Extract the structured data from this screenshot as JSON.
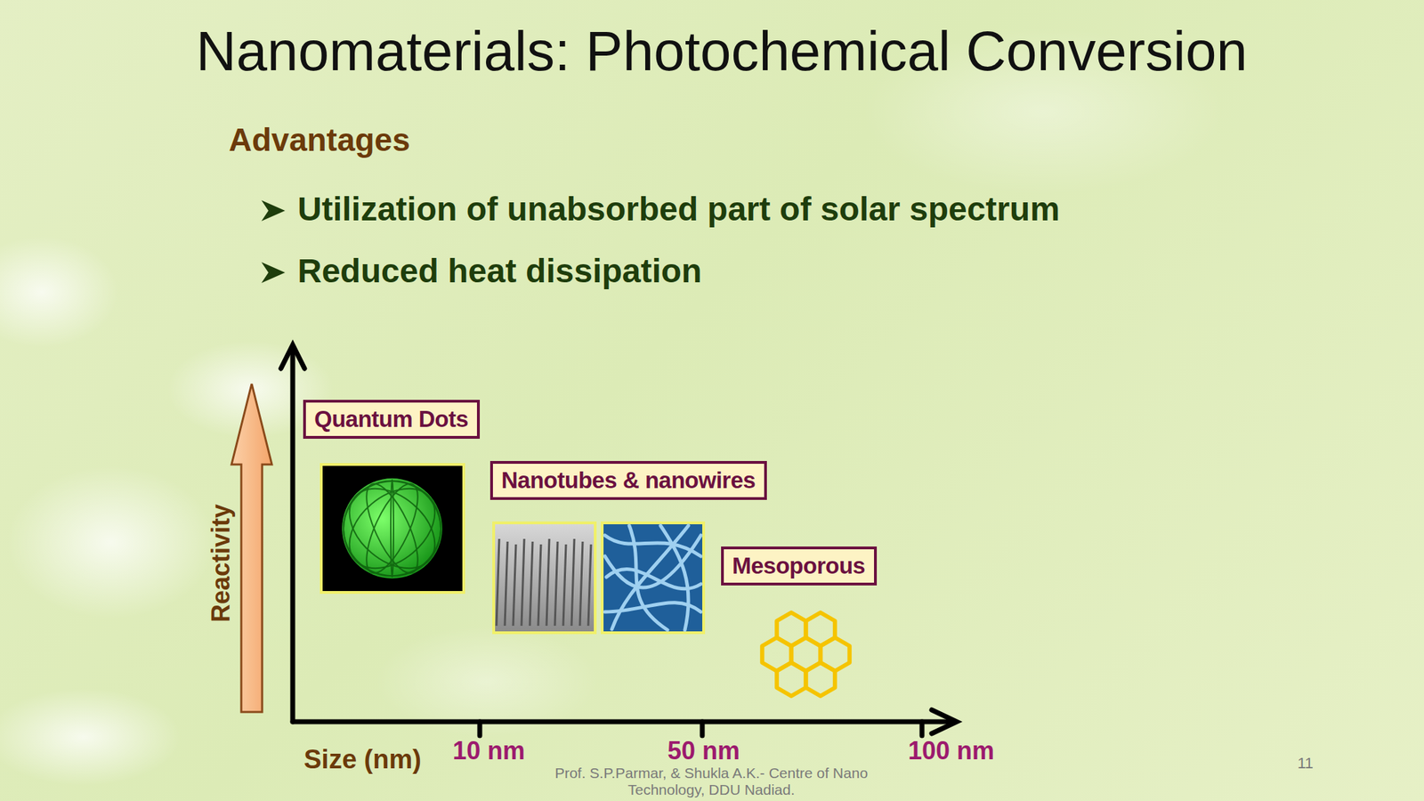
{
  "diagram": {
    "title": "Nanomaterials: Photochemical Conversion",
    "nodes": [
      {
        "text": [
          "Quantum Dots"
        ]
      },
      {
        "text": [
          "Nanotubes & nanowires"
        ]
      },
      {
        "text": [
          "Mesoporous"
        ]
      }
    ],
    "labels": [
      "Advantages",
      "Utilization of unabsorbed part of solar spectrum",
      "Reduced heat dissipation",
      "Reactivity",
      "Size (nm)",
      "10 nm",
      "50 nm",
      "100 nm",
      "Prof. S.P.Parmar, & Shukla A.K.- Centre of Nano Technology, DDU Nadiad.",
      "11"
    ]
  }
}
